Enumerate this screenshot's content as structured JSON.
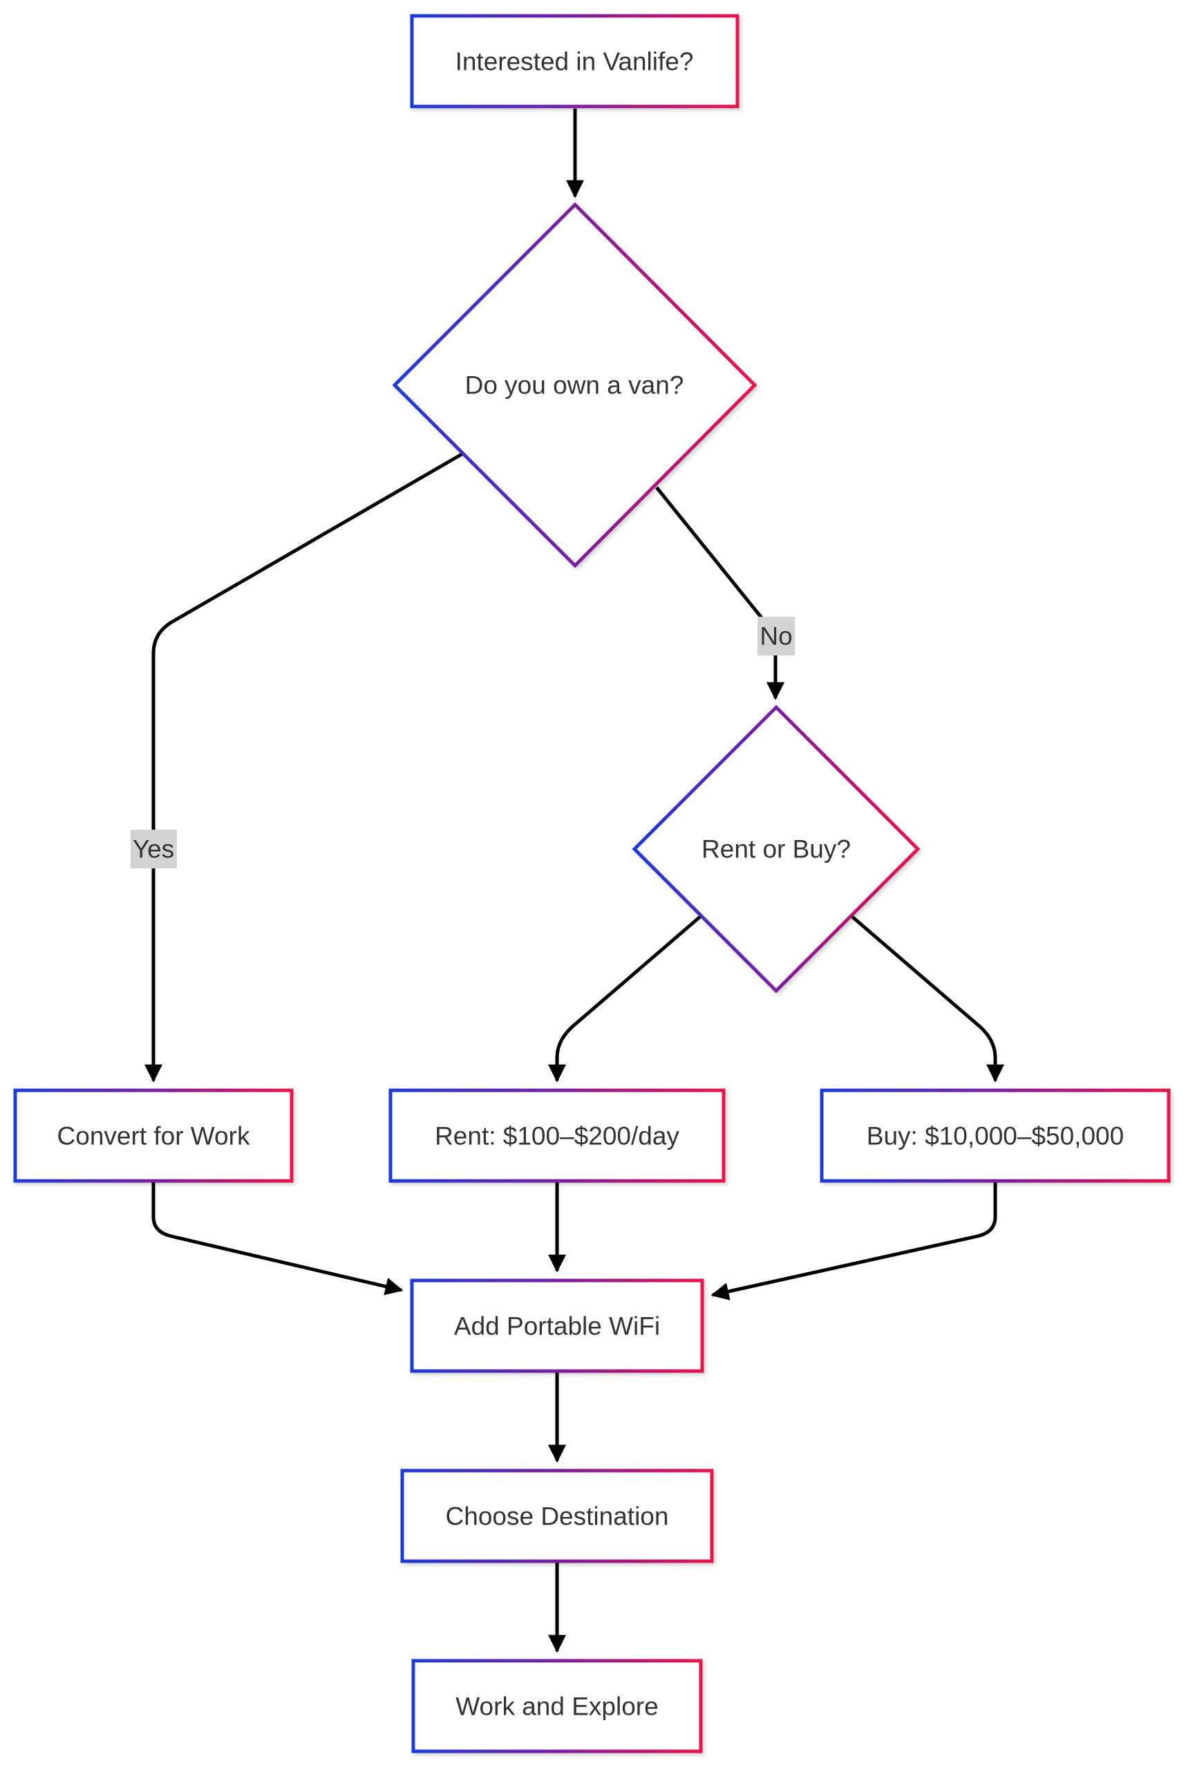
{
  "diagram": {
    "type": "flowchart",
    "colors": {
      "border_gradient_start": "#1d3bd6",
      "border_gradient_mid": "#7a1fa0",
      "border_gradient_end": "#e8124c",
      "edge": "#000000",
      "edge_label_bg": "#d3d3d3",
      "text": "#333333",
      "node_fill": "#ffffff"
    },
    "nodes": {
      "interested": "Interested in Vanlife?",
      "own_van": "Do you own a van?",
      "rent_or_buy": "Rent or Buy?",
      "convert": "Convert for Work",
      "rent": "Rent: $100–$200/day",
      "buy": "Buy: $10,000–$50,000",
      "wifi": "Add Portable WiFi",
      "destination": "Choose Destination",
      "explore": "Work and Explore"
    },
    "edge_labels": {
      "yes": "Yes",
      "no": "No"
    },
    "edges": [
      {
        "from": "interested",
        "to": "own_van"
      },
      {
        "from": "own_van",
        "to": "convert",
        "label": "Yes"
      },
      {
        "from": "own_van",
        "to": "rent_or_buy",
        "label": "No"
      },
      {
        "from": "rent_or_buy",
        "to": "rent"
      },
      {
        "from": "rent_or_buy",
        "to": "buy"
      },
      {
        "from": "convert",
        "to": "wifi"
      },
      {
        "from": "rent",
        "to": "wifi"
      },
      {
        "from": "buy",
        "to": "wifi"
      },
      {
        "from": "wifi",
        "to": "destination"
      },
      {
        "from": "destination",
        "to": "explore"
      }
    ]
  }
}
